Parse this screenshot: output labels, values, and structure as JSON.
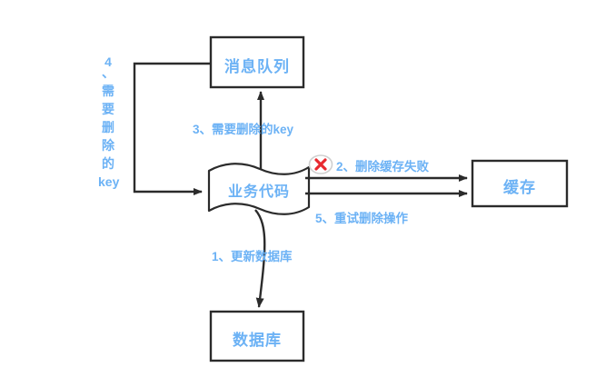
{
  "diagram": {
    "title": "cache-delete-retry-flow",
    "colors": {
      "node_border": "#2b2b2b",
      "node_text": "#6cb2f5",
      "edge_line": "#2b2b2b",
      "label_text": "#6cb2f5",
      "error_mark": "#e8292f",
      "error_ring": "#cfcfcf",
      "background": "#ffffff"
    },
    "nodes": [
      {
        "id": "message-queue",
        "label": "消息队列",
        "shape": "rectangle"
      },
      {
        "id": "business-code",
        "label": "业务代码",
        "shape": "document-wave"
      },
      {
        "id": "cache",
        "label": "缓存",
        "shape": "rectangle"
      },
      {
        "id": "database",
        "label": "数据库",
        "shape": "rectangle"
      }
    ],
    "edges": [
      {
        "id": "edge-1",
        "label": "1、更新数据库",
        "from": "business-code",
        "to": "database"
      },
      {
        "id": "edge-2",
        "label": "2、删除缓存失败",
        "from": "business-code",
        "to": "cache",
        "status": "failed"
      },
      {
        "id": "edge-3",
        "label": "3、需要删除的key",
        "from": "business-code",
        "to": "message-queue"
      },
      {
        "id": "edge-4",
        "label_chars": [
          "4",
          "、",
          "需",
          "要",
          "删",
          "除",
          "的",
          "key"
        ],
        "label": "4、需要删除的key",
        "from": "message-queue",
        "to": "business-code"
      },
      {
        "id": "edge-5",
        "label": "5、重试删除操作",
        "from": "business-code",
        "to": "cache"
      }
    ],
    "icons": [
      {
        "id": "failure-mark",
        "name": "error-cross-icon",
        "glyph": "✕"
      }
    ]
  }
}
